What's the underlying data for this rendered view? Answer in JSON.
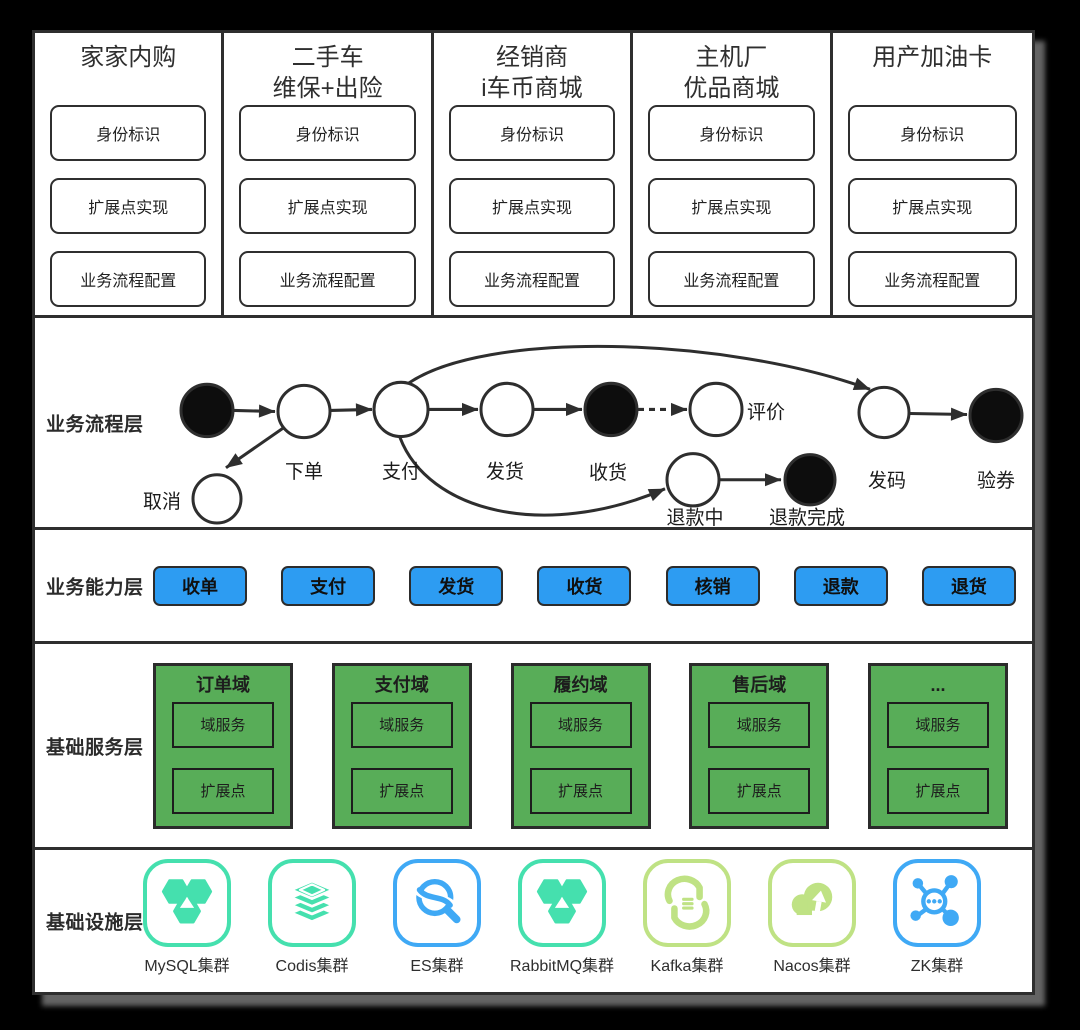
{
  "layers": {
    "process_label": "业务流程层",
    "capability_label": "业务能力层",
    "services_label": "基础服务层",
    "infra_label": "基础设施层"
  },
  "tenants": {
    "columns": [
      {
        "title": "家家内购",
        "boxes": [
          "身份标识",
          "扩展点实现",
          "业务流程配置"
        ]
      },
      {
        "title": "二手车\n维保+出险",
        "boxes": [
          "身份标识",
          "扩展点实现",
          "业务流程配置"
        ]
      },
      {
        "title": "经销商\ni车币商城",
        "boxes": [
          "身份标识",
          "扩展点实现",
          "业务流程配置"
        ]
      },
      {
        "title": "主机厂\n优品商城",
        "boxes": [
          "身份标识",
          "扩展点实现",
          "业务流程配置"
        ]
      },
      {
        "title": "用产加油卡",
        "boxes": [
          "身份标识",
          "扩展点实现",
          "业务流程配置"
        ]
      }
    ]
  },
  "flow": {
    "labels": {
      "order": "下单",
      "pay": "支付",
      "ship": "发货",
      "receive": "收货",
      "review": "评价",
      "cancel": "取消",
      "refunding": "退款中",
      "refund_done": "退款完成",
      "issue_code": "发码",
      "verify_coupon": "验券"
    }
  },
  "capabilities": [
    "收单",
    "支付",
    "发货",
    "收货",
    "核销",
    "退款",
    "退货"
  ],
  "domains": [
    {
      "title": "订单域",
      "service": "域服务",
      "extension": "扩展点"
    },
    {
      "title": "支付域",
      "service": "域服务",
      "extension": "扩展点"
    },
    {
      "title": "履约域",
      "service": "域服务",
      "extension": "扩展点"
    },
    {
      "title": "售后域",
      "service": "域服务",
      "extension": "扩展点"
    },
    {
      "title": "...",
      "service": "域服务",
      "extension": "扩展点"
    }
  ],
  "infrastructure": [
    {
      "icon": "mysql-hexagons-icon",
      "label": "MySQL集群"
    },
    {
      "icon": "codis-stack-icon",
      "label": "Codis集群"
    },
    {
      "icon": "es-search-icon",
      "label": "ES集群"
    },
    {
      "icon": "rabbitmq-hexagons-icon",
      "label": "RabbitMQ集群"
    },
    {
      "icon": "kafka-sync-icon",
      "label": "Kafka集群"
    },
    {
      "icon": "nacos-cloud-icon",
      "label": "Nacos集群"
    },
    {
      "icon": "zk-network-icon",
      "label": "ZK集群"
    }
  ],
  "colors": {
    "border_dark": "#2f2f2f",
    "capability_blue": "#2d9cf2",
    "domain_green": "#58ad58",
    "icon_mint": "#45e0ae",
    "icon_blue": "#3fa9f5",
    "icon_lime": "#bfe284",
    "node_black": "#0d0d0d"
  }
}
